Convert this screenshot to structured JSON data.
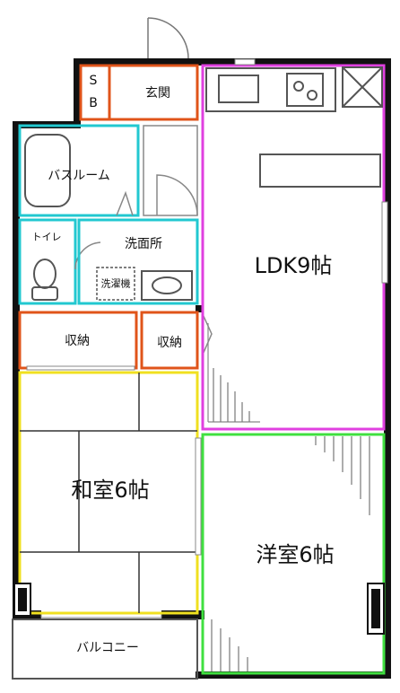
{
  "rooms": {
    "sb_top": "S",
    "sb_bottom": "B",
    "entrance": "玄関",
    "bathroom": "バスルーム",
    "toilet": "トイレ",
    "washroom": "洗面所",
    "washing_machine": "洗濯機",
    "storage_1": "収納",
    "storage_2": "収納",
    "ldk": "LDK9帖",
    "washitsu": "和室6帖",
    "youshitsu": "洋室6帖",
    "balcony": "バルコニー"
  },
  "colors": {
    "wall": "#111111",
    "storage_outline": "#e0541a",
    "wet_area_outline": "#22c8d0",
    "ldk_outline": "#e040e0",
    "washitsu_outline": "#f0e020",
    "youshitsu_outline": "#40e040"
  }
}
